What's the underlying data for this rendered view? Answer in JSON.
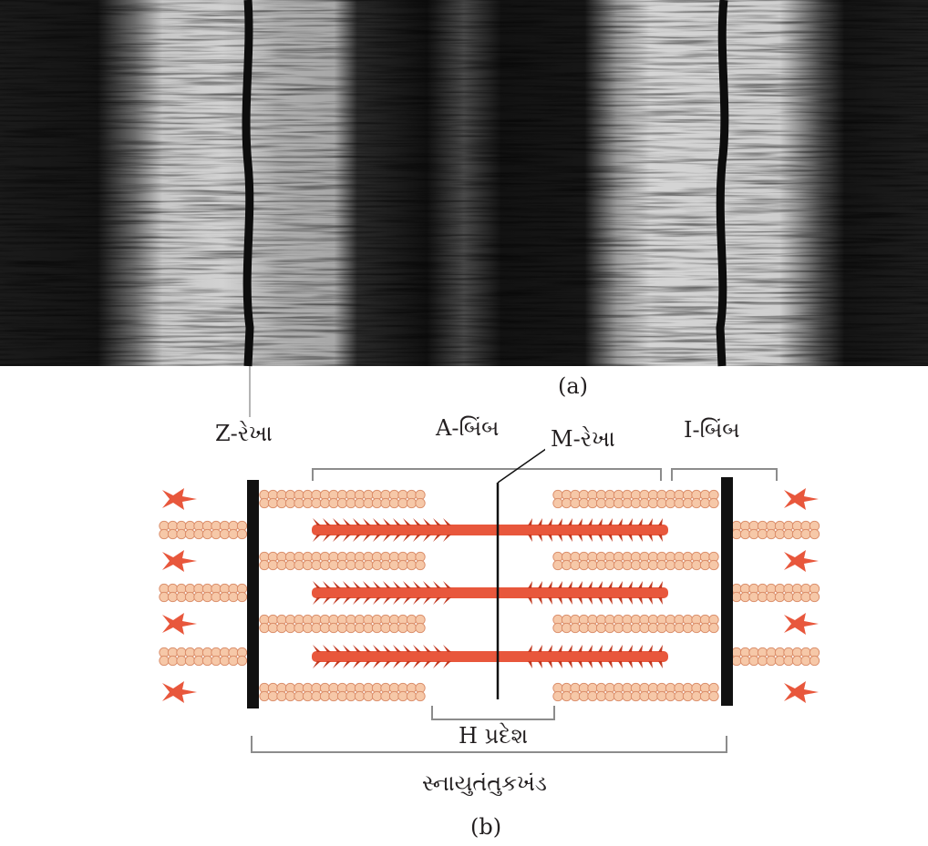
{
  "micrograph": {
    "caption": "(a)"
  },
  "diagram": {
    "caption": "(b)",
    "labels": {
      "z_line": "Z-રેખા",
      "a_band": "A-બિંબ",
      "m_line": "M-રેખા",
      "i_band": "I-બિંબ",
      "h_zone": "H પ્રદેશ",
      "sarcomere": "સ્નાયુતંતુકખંડ"
    }
  },
  "colors": {
    "thick_filament": "#e8573c",
    "thick_filament_dark": "#c23a22",
    "actin_bead": "#f6c8a8",
    "actin_bead_edge": "#d98a66",
    "z_line": "#111111",
    "bracket": "#8c8c8c"
  }
}
